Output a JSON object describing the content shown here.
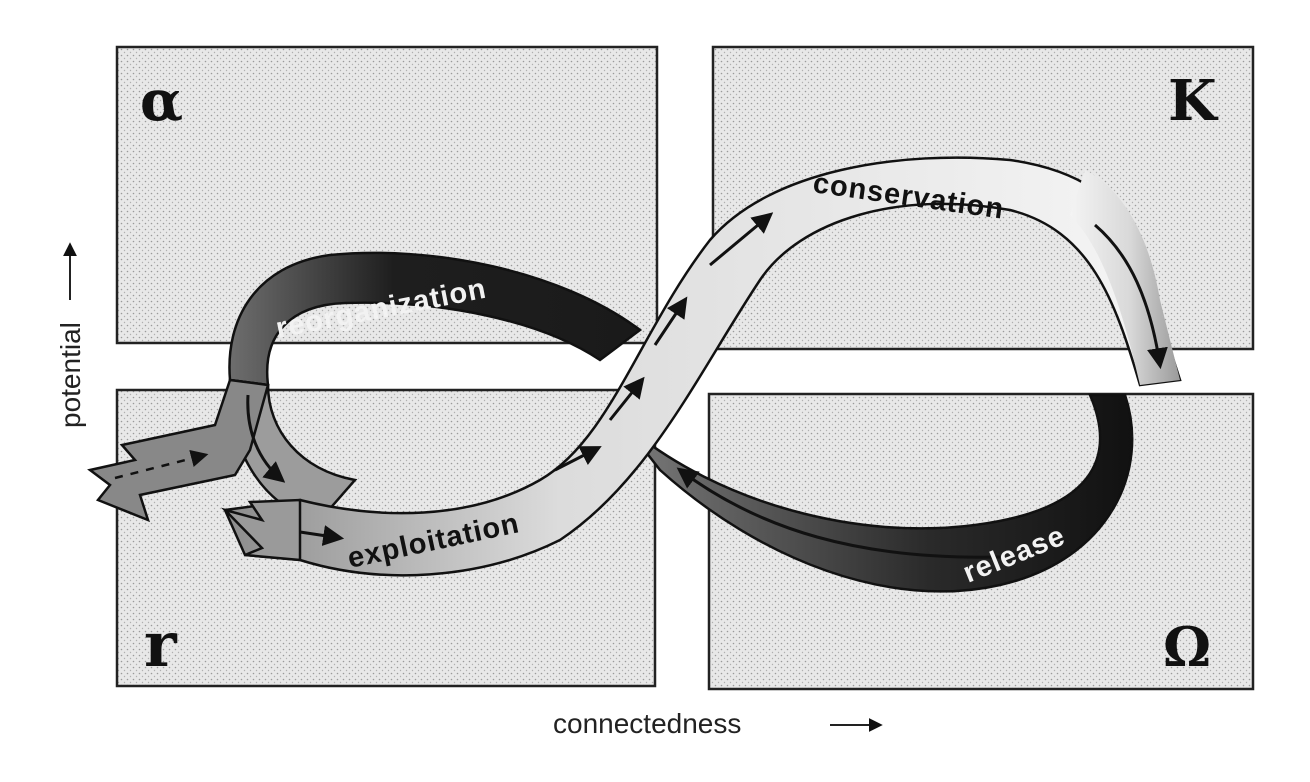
{
  "quadrants": {
    "top_left": {
      "letter": "α"
    },
    "top_right": {
      "letter": "K"
    },
    "bottom_left": {
      "letter": "r"
    },
    "bottom_right": {
      "letter": "Ω"
    }
  },
  "phases": {
    "reorganization": "reorganization",
    "conservation": "conservation",
    "exploitation": "exploitation",
    "release": "release"
  },
  "axes": {
    "y_label": "potential",
    "x_label": "connectedness"
  },
  "colors": {
    "panel_fill": "#e6e6e6",
    "panel_stroke": "#222222",
    "band_dark": "#1a1a1a",
    "band_mid": "#8a8a8a",
    "band_light": "#f2f2f2",
    "ink": "#111111"
  }
}
